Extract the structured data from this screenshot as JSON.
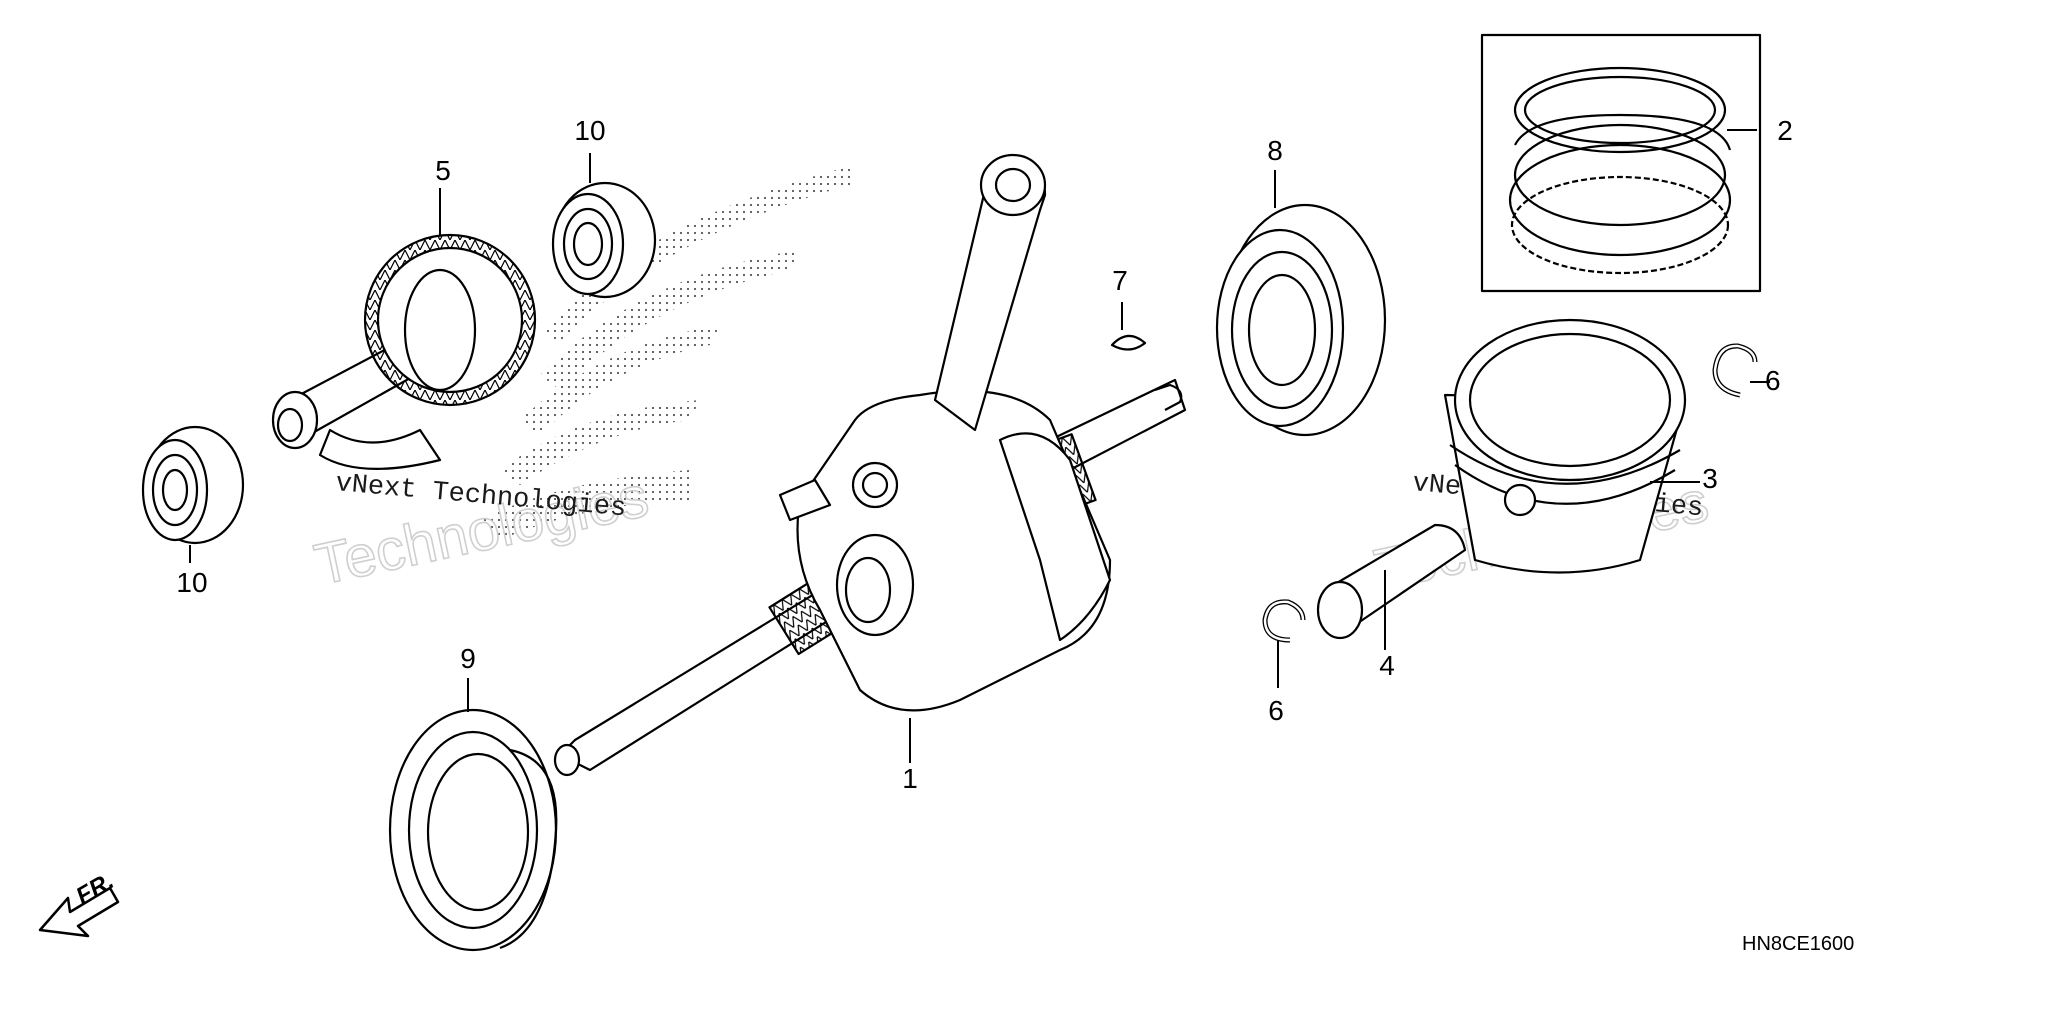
{
  "diagram": {
    "callouts": [
      {
        "id": "c1",
        "text": "1"
      },
      {
        "id": "c2",
        "text": "2"
      },
      {
        "id": "c3",
        "text": "3"
      },
      {
        "id": "c4",
        "text": "4"
      },
      {
        "id": "c5",
        "text": "5"
      },
      {
        "id": "c6a",
        "text": "6"
      },
      {
        "id": "c6b",
        "text": "6"
      },
      {
        "id": "c7",
        "text": "7"
      },
      {
        "id": "c8",
        "text": "8"
      },
      {
        "id": "c9",
        "text": "9"
      },
      {
        "id": "c10a",
        "text": "10"
      },
      {
        "id": "c10b",
        "text": "10"
      }
    ],
    "front_arrow_label": "FR.",
    "reference_code": "HN8CE1600",
    "watermarks": {
      "big": "Technologies",
      "small_left": "vNext Technologies",
      "small_right": "vNext Technologies",
      "right_upper": "vNext"
    }
  }
}
